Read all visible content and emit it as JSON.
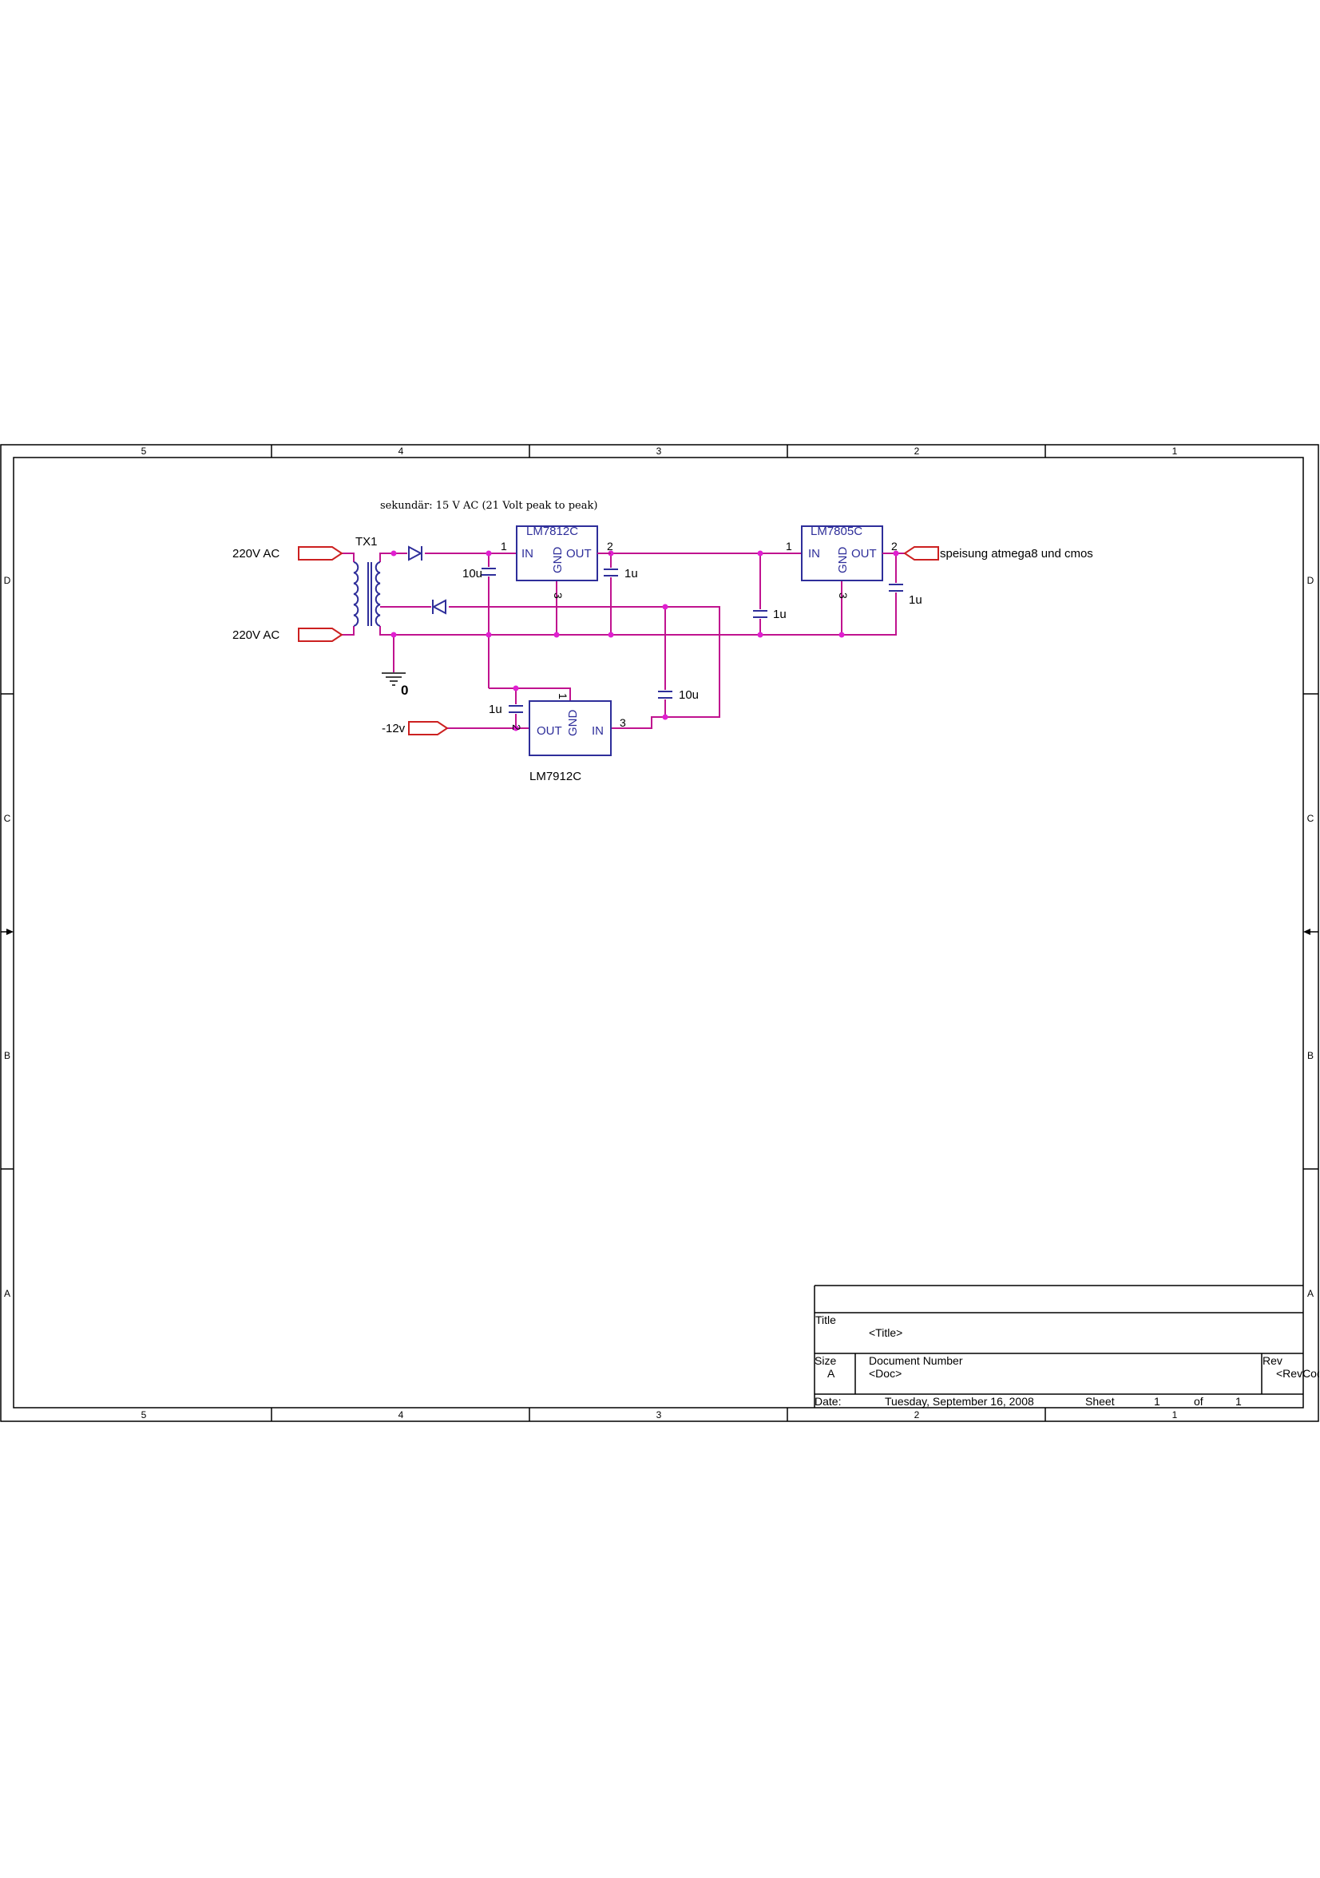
{
  "frame": {
    "columns": [
      "5",
      "4",
      "3",
      "2",
      "1"
    ],
    "rows": [
      "D",
      "C",
      "B",
      "A"
    ]
  },
  "annotation": "sekundär: 15 V AC (21 Volt peak to peak)",
  "transformer": {
    "ref": "TX1"
  },
  "ports": {
    "ac_top": "220V AC",
    "ac_bottom": "220V AC",
    "neg12": "-12v",
    "out5": "speisung atmega8 und cmos"
  },
  "ground": {
    "label": "0"
  },
  "regulators": {
    "u1": {
      "name": "LM7812C",
      "in": "IN",
      "gnd": "GND",
      "out": "OUT",
      "p1": "1",
      "p2": "2",
      "p3": "3"
    },
    "u2": {
      "name": "LM7805C",
      "in": "IN",
      "gnd": "GND",
      "out": "OUT",
      "p1": "1",
      "p2": "2",
      "p3": "3"
    },
    "u3": {
      "name": "LM7912C",
      "in": "IN",
      "gnd": "GND",
      "out": "OUT",
      "p1": "1",
      "p2": "2",
      "p3": "3"
    }
  },
  "capacitors": {
    "c1": "10u",
    "c2": "1u",
    "c3": "1u",
    "c4": "1u",
    "c5": "10u",
    "c6": "1u"
  },
  "title_block": {
    "title_label": "Title",
    "title_value": "<Title>",
    "size_label": "Size",
    "size_value": "A",
    "docnum_label": "Document Number",
    "docnum_value": "<Doc>",
    "rev_label": "Rev",
    "rev_value": "<RevCode>",
    "date_label": "Date:",
    "date_value": "Tuesday, September 16, 2008",
    "sheet_label": "Sheet",
    "sheet_value": "1",
    "of_label": "of",
    "of_value": "1"
  }
}
